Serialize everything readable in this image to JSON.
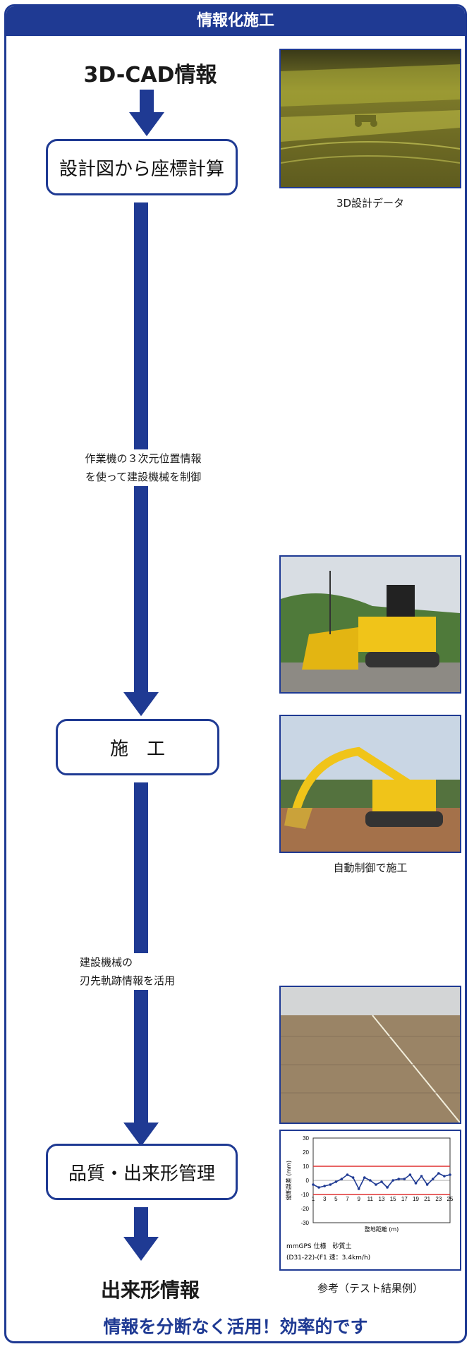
{
  "header": {
    "title": "情報化施工"
  },
  "flow": {
    "top_title": "3D-CAD情報",
    "step1": "設計図から座標計算",
    "note1_line1": "作業機の３次元位置情報",
    "note1_line2": "を使って建設機械を制御",
    "step2": "施　工",
    "note2_line1": "建設機械の",
    "note2_line2": "刃先軌跡情報を活用",
    "step3": "品質・出来形管理",
    "bottom_title": "出来形情報"
  },
  "captions": {
    "design": "3D設計データ",
    "machine": "自動制御で施工",
    "reference": "参考（テスト結果例）"
  },
  "slogan": "情報を分断なく活用！効率的です",
  "chart_data": {
    "type": "line",
    "ylabel": "縦断誤差 (mm)",
    "xlabel": "整地距離 (m)",
    "ylim": [
      -30,
      30
    ],
    "y_ticks": [
      "30",
      "20",
      "10",
      "0",
      "-10",
      "-20",
      "-30"
    ],
    "x_ticks": [
      "1",
      "3",
      "5",
      "7",
      "9",
      "11",
      "13",
      "15",
      "17",
      "19",
      "21",
      "23",
      "25"
    ],
    "limits": [
      10,
      -10
    ],
    "x": [
      1,
      2,
      3,
      4,
      5,
      6,
      7,
      8,
      9,
      10,
      11,
      12,
      13,
      14,
      15,
      16,
      17,
      18,
      19,
      20,
      21,
      22,
      23,
      24,
      25
    ],
    "y": [
      -3,
      -5,
      -4,
      -3,
      -1,
      1,
      4,
      2,
      -6,
      2,
      0,
      -3,
      -1,
      -5,
      0,
      1,
      1,
      4,
      -2,
      3,
      -3,
      1,
      5,
      3,
      4
    ],
    "note_line1": "mmGPS 仕様　砂質土",
    "note_line2": "(D31-22)-(F1 速：3.4km/h)"
  },
  "colors": {
    "accent": "#1f3a93",
    "limit_line": "#e03030"
  }
}
